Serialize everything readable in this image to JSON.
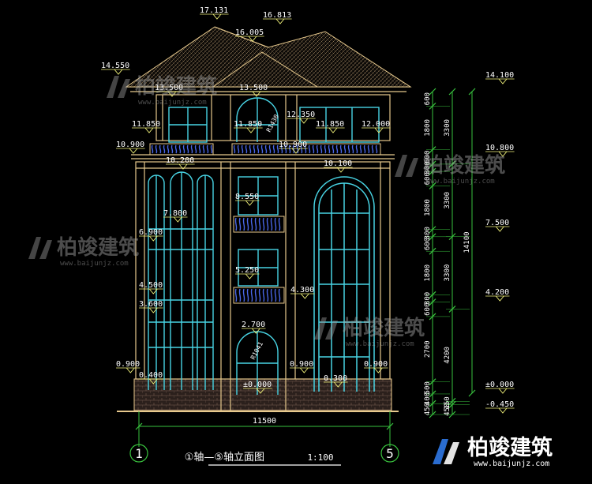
{
  "drawing": {
    "title": "①轴—⑤轴立面图",
    "scale": "1:100",
    "axis_start": "1",
    "axis_end": "5",
    "overall_width": "11500"
  },
  "elevations": {
    "ridge_top": "17.131",
    "ridge_right": "16.813",
    "ridge_mid": "16.005",
    "eave_left": "14.550",
    "eave_right": "14.100",
    "roof_left": "13.500",
    "roof_mid": "13.500",
    "l3_left": "11.850",
    "l3_mid": "11.850",
    "l3_right_a": "11.850",
    "l3_right_b": "12.000",
    "l3_arch": "12.350",
    "terrace_left": "10.900",
    "terrace_mid": "10.900",
    "right_10800": "10.800",
    "l3_floor_left": "10.200",
    "l3_floor_right": "10.100",
    "balcony_upper": "8.550",
    "l2_window": "7.800",
    "right_7500": "7.500",
    "l2_floor_left": "6.900",
    "l1_4500": "4.500",
    "balcony_lower": "5.250",
    "mid_4300": "4.300",
    "right_4200": "4.200",
    "l1_3600": "3.600",
    "entry_2700": "2.700",
    "sill_left": "0.900",
    "sill_mid": "0.900",
    "sill_right": "0.900",
    "base_left": "0.400",
    "base_mid": "0.300",
    "ground": "±0.000",
    "right_ground": "±0.000",
    "outdoor": "-0.450",
    "arch_radius_a": "R1430",
    "arch_radius_b": "R1041"
  },
  "vertical_dims": {
    "inner": [
      "600",
      "1800",
      "600",
      "300",
      "600",
      "1800",
      "300",
      "600",
      "1800",
      "300",
      "600",
      "2700",
      "500",
      "400",
      "450"
    ],
    "middle": [
      "3300",
      "3300",
      "3300",
      "4200",
      "150",
      "450"
    ],
    "total": "14100"
  },
  "watermark": {
    "name": "柏竣建筑",
    "url": "www.baijunjz.com"
  },
  "colors": {
    "wall": "#e7c98d",
    "glass": "#48d4e4",
    "railing": "#4a67e8",
    "roof": "#c9a77a",
    "dim": "#39c23e",
    "text": "#ffffff",
    "marker": "#f1f27a",
    "base": "#6d5347"
  }
}
